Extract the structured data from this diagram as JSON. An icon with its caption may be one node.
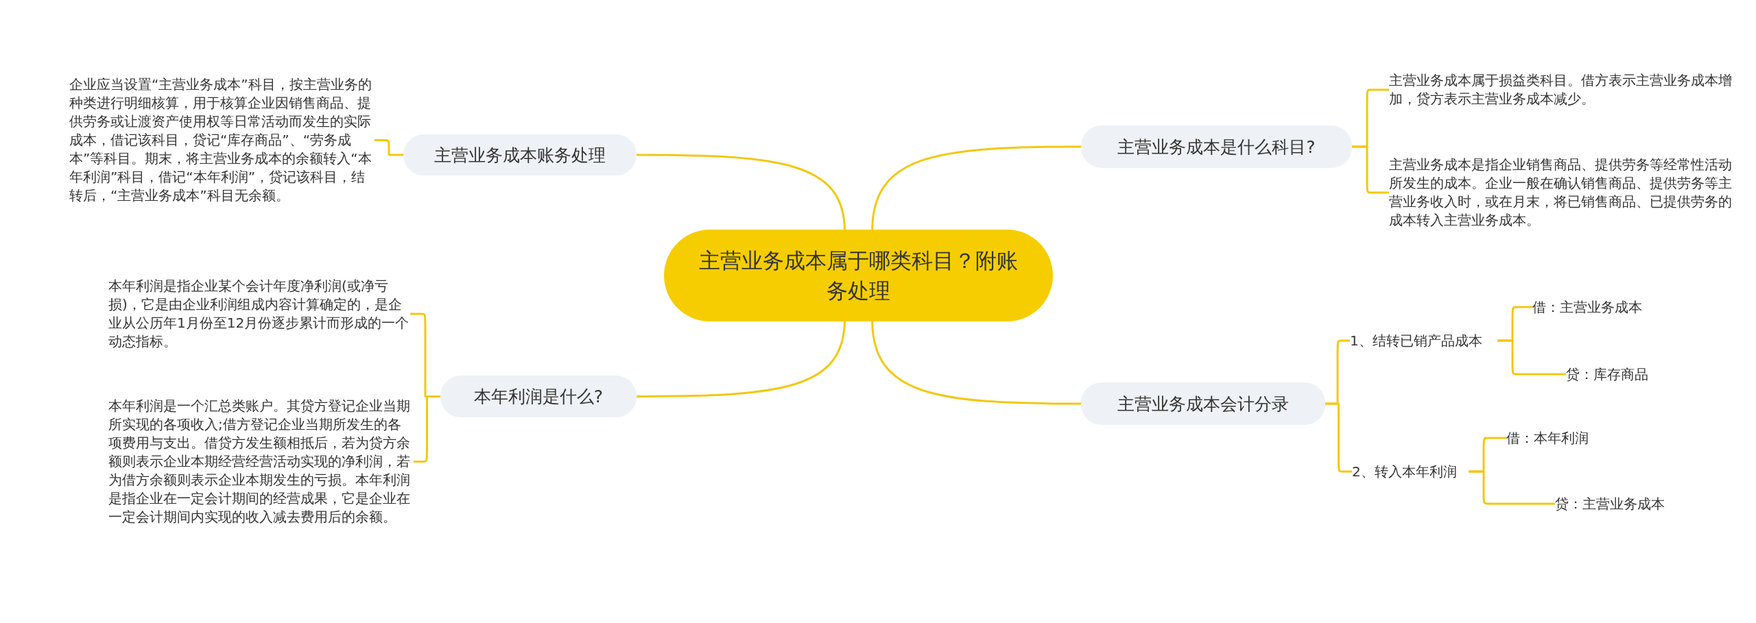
{
  "diagram": {
    "nodes": [
      {
        "text": [
          "主营业务成本属于哪类科目？附账务处理"
        ]
      },
      {
        "text": [
          "主营业务成本账务处理"
        ]
      },
      {
        "text": [
          "企业应当设置“主营业务成本”科目，按主营业务的种类进行明细核算，用于核算企业因销售商品、提供劳务或让渡资产使用权等日常活动而发生的实际成本，借记该科目，贷记“库存商品”、“劳务成本”等科目。期末，将主营业务成本的余额转入“本年利润”科目，借记“本年利润”，贷记该科目，结转后，“主营业务成本”科目无余额。"
        ]
      },
      {
        "text": [
          "主营业务成本是什么科目?"
        ]
      },
      {
        "text": [
          "主营业务成本属于损益类科目。借方表示主营业务成本增加，贷方表示主营业务成本减少。"
        ]
      },
      {
        "text": [
          "主营业务成本是指企业销售商品、提供劳务等经常性活动所发生的成本。企业一般在确认销售商品、提供劳务等主营业务收入时，或在月末，将已销售商品、已提供劳务的成本转入主营业务成本。"
        ]
      },
      {
        "text": [
          "本年利润是什么?"
        ]
      },
      {
        "text": [
          "本年利润是指企业某个会计年度净利润(或净亏损)，它是由企业利润组成内容计算确定的，是企业从公历年1月份至12月份逐步累计而形成的一个动态指标。"
        ]
      },
      {
        "text": [
          "本年利润是一个汇总类账户。其贷方登记企业当期所实现的各项收入;借方登记企业当期所发生的各项费用与支出。借贷方发生额相抵后，若为贷方余额则表示企业本期经营经营活动实现的净利润，若为借方余额则表示企业本期发生的亏损。本年利润是指企业在一定会计期间的经营成果，它是企业在一定会计期间内实现的收入减去费用后的余额。"
        ]
      },
      {
        "text": [
          "主营业务成本会计分录"
        ]
      },
      {
        "text": [
          "1、结转已销产品成本"
        ]
      },
      {
        "text": [
          "借：主营业务成本"
        ]
      },
      {
        "text": [
          "贷：库存商品"
        ]
      },
      {
        "text": [
          "2、转入本年利润"
        ]
      },
      {
        "text": [
          "借：本年利润"
        ]
      },
      {
        "text": [
          "贷：主营业务成本"
        ]
      }
    ],
    "edges": [
      {
        "from": 0,
        "to": 1,
        "arrow": "none"
      },
      {
        "from": 1,
        "to": 2,
        "arrow": "none"
      },
      {
        "from": 0,
        "to": 3,
        "arrow": "none"
      },
      {
        "from": 3,
        "to": 4,
        "arrow": "none"
      },
      {
        "from": 3,
        "to": 5,
        "arrow": "none"
      },
      {
        "from": 0,
        "to": 6,
        "arrow": "none"
      },
      {
        "from": 6,
        "to": 7,
        "arrow": "none"
      },
      {
        "from": 6,
        "to": 8,
        "arrow": "none"
      },
      {
        "from": 0,
        "to": 9,
        "arrow": "none"
      },
      {
        "from": 9,
        "to": 10,
        "arrow": "none"
      },
      {
        "from": 9,
        "to": 13,
        "arrow": "none"
      },
      {
        "from": 10,
        "to": 11,
        "arrow": "none"
      },
      {
        "from": 10,
        "to": 12,
        "arrow": "none"
      },
      {
        "from": 13,
        "to": 14,
        "arrow": "none"
      },
      {
        "from": 13,
        "to": 15,
        "arrow": "none"
      }
    ]
  }
}
